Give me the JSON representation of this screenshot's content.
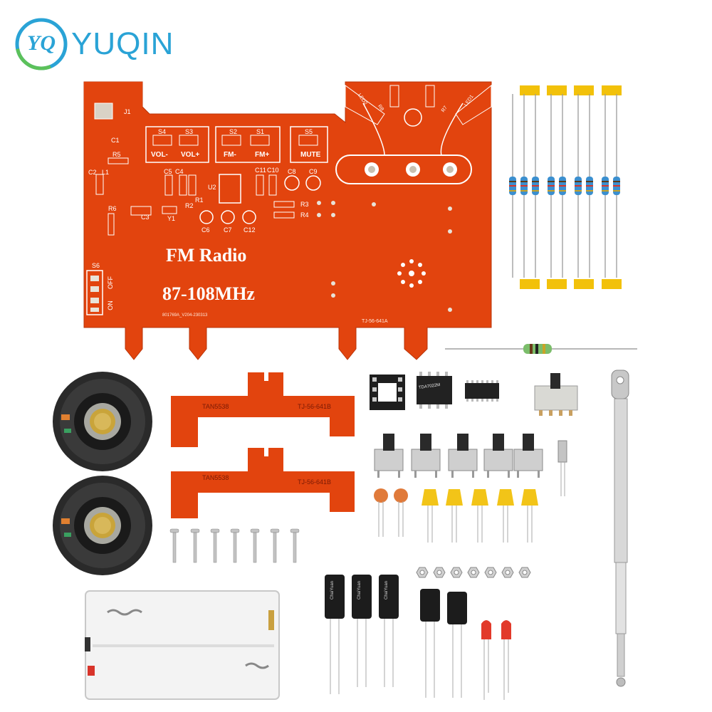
{
  "brand": {
    "logo_monogram": "YQ",
    "name": "YUQIN",
    "primary_color": "#2aa3d6",
    "secondary_color": "#5cc15a"
  },
  "pcb": {
    "color": "#e2440e",
    "title": "FM Radio",
    "band": "87-108MHz",
    "part_number": "TJ-56-641A",
    "serial": "801769A_V204-230313",
    "buttons": {
      "vol_minus": "VOL-",
      "vol_plus": "VOL+",
      "fm_minus": "FM-",
      "fm_plus": "FM+",
      "mute": "MUTE"
    },
    "switch_labels": {
      "ref": "S6",
      "on": "ON",
      "off": "OFF"
    },
    "refs": {
      "j1": "J1",
      "c1": "C1",
      "r5": "R5",
      "c2": "C2",
      "l1": "L1",
      "r6": "R6",
      "c3": "C3",
      "y1": "Y1",
      "s1": "S1",
      "s2": "S2",
      "s3": "S3",
      "s4": "S4",
      "s5": "S5",
      "c4": "C4",
      "c5": "C5",
      "r1": "R1",
      "r2": "R2",
      "u2": "U2",
      "c6": "C6",
      "c7": "C7",
      "c8": "C8",
      "c9": "C9",
      "c10": "C10",
      "c11": "C11",
      "c12": "C12",
      "r3": "R3",
      "r4": "R4",
      "led1": "LED1",
      "led2": "LED2",
      "r7": "R7",
      "r8": "R8"
    }
  },
  "brackets": {
    "label": "TAN5538",
    "part_number": "TJ-56-641B"
  },
  "components": {
    "ic_marking": "TDA7022M",
    "capacitor_brand": "ChaiYuan"
  }
}
